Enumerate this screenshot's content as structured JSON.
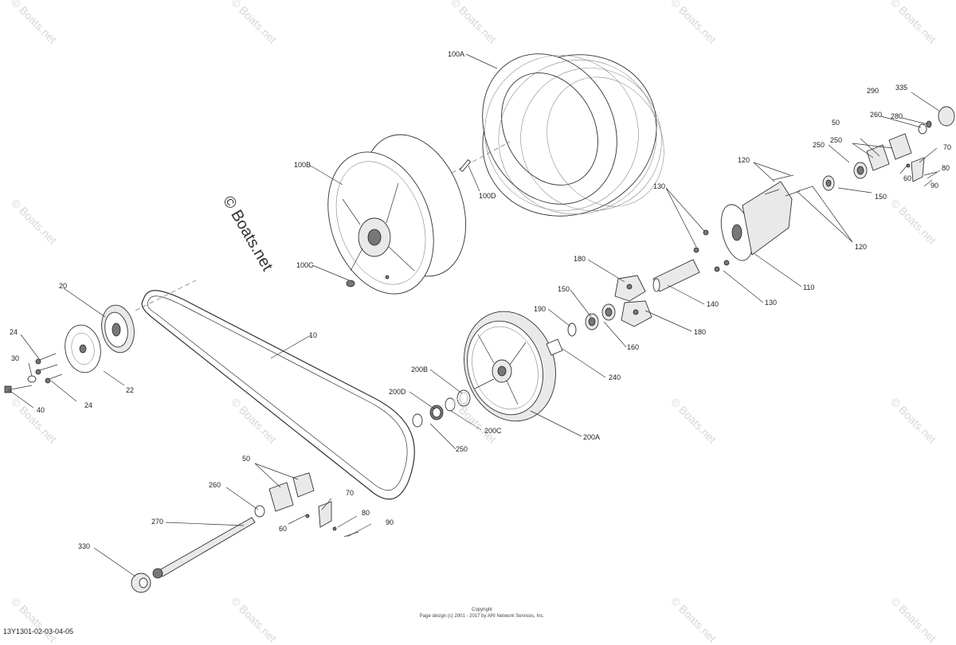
{
  "diagram_code": "13Y1301-02-03-04-05",
  "copyright": {
    "title": "Copyright",
    "line": "Page design (c) 2001 - 2017 by ARI Network Services, Inc."
  },
  "watermark": "© Boats.net",
  "callouts": [
    {
      "id": "c100A",
      "text": "100A"
    },
    {
      "id": "c100B",
      "text": "100B"
    },
    {
      "id": "c100C",
      "text": "100C"
    },
    {
      "id": "c100D",
      "text": "100D"
    },
    {
      "id": "c10",
      "text": "10"
    },
    {
      "id": "c20",
      "text": "20"
    },
    {
      "id": "c22",
      "text": "22"
    },
    {
      "id": "c24a",
      "text": "24"
    },
    {
      "id": "c24b",
      "text": "24"
    },
    {
      "id": "c30",
      "text": "30"
    },
    {
      "id": "c40",
      "text": "40"
    },
    {
      "id": "c200B",
      "text": "200B"
    },
    {
      "id": "c200D",
      "text": "200D"
    },
    {
      "id": "c200C",
      "text": "200C"
    },
    {
      "id": "c200A",
      "text": "200A"
    },
    {
      "id": "c250a",
      "text": "250"
    },
    {
      "id": "c250b",
      "text": "250"
    },
    {
      "id": "c250c",
      "text": "250"
    },
    {
      "id": "c190",
      "text": "190"
    },
    {
      "id": "c150a",
      "text": "150"
    },
    {
      "id": "c150b",
      "text": "150"
    },
    {
      "id": "c160",
      "text": "160"
    },
    {
      "id": "c240",
      "text": "240"
    },
    {
      "id": "c180a",
      "text": "180"
    },
    {
      "id": "c180b",
      "text": "180"
    },
    {
      "id": "c140",
      "text": "140"
    },
    {
      "id": "c130a",
      "text": "130"
    },
    {
      "id": "c130b",
      "text": "130"
    },
    {
      "id": "c110",
      "text": "110"
    },
    {
      "id": "c120a",
      "text": "120"
    },
    {
      "id": "c120b",
      "text": "120"
    },
    {
      "id": "c290",
      "text": "290"
    },
    {
      "id": "c335",
      "text": "335"
    },
    {
      "id": "c260a",
      "text": "260"
    },
    {
      "id": "c280",
      "text": "280"
    },
    {
      "id": "c50a",
      "text": "50"
    },
    {
      "id": "c70a",
      "text": "70"
    },
    {
      "id": "c60a",
      "text": "60"
    },
    {
      "id": "c80a",
      "text": "80"
    },
    {
      "id": "c90a",
      "text": "90"
    },
    {
      "id": "c50b",
      "text": "50"
    },
    {
      "id": "c70b",
      "text": "70"
    },
    {
      "id": "c60b",
      "text": "60"
    },
    {
      "id": "c80b",
      "text": "80"
    },
    {
      "id": "c90b",
      "text": "90"
    },
    {
      "id": "c260b",
      "text": "260"
    },
    {
      "id": "c270",
      "text": "270"
    },
    {
      "id": "c330",
      "text": "330"
    }
  ]
}
